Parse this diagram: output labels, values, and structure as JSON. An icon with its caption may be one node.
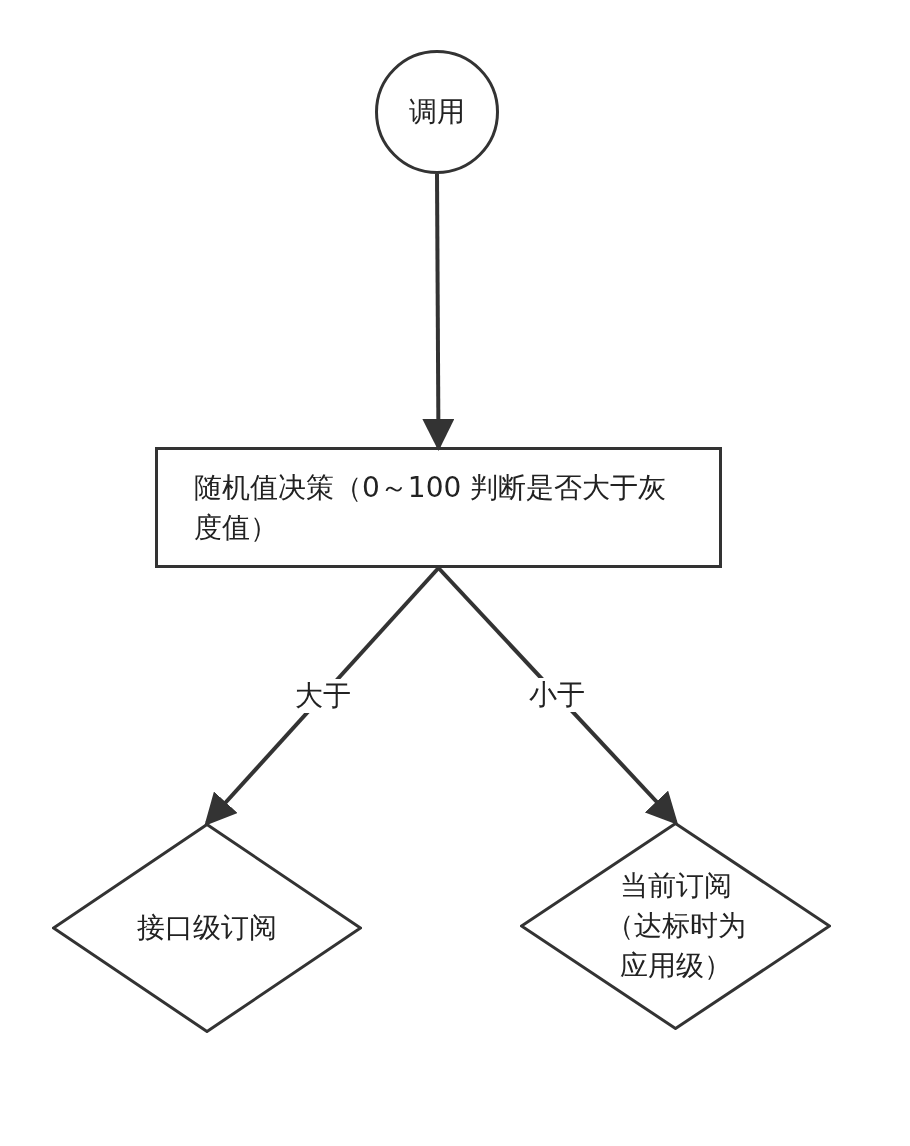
{
  "diagram": {
    "nodes": [
      {
        "text": [
          "调用"
        ]
      },
      {
        "text": [
          "随机值决策（0～100 判断是否大于灰度值）"
        ]
      },
      {
        "text": [
          "接口级订阅"
        ]
      },
      {
        "text": [
          "当前订阅（达标时为应用级）"
        ]
      }
    ],
    "edges": [
      {
        "from": 0,
        "to": 1,
        "arrow": "to"
      },
      {
        "from": 1,
        "to": 2,
        "arrow": "to",
        "label": "大于"
      },
      {
        "from": 1,
        "to": 3,
        "arrow": "to",
        "label": "小于"
      }
    ]
  }
}
